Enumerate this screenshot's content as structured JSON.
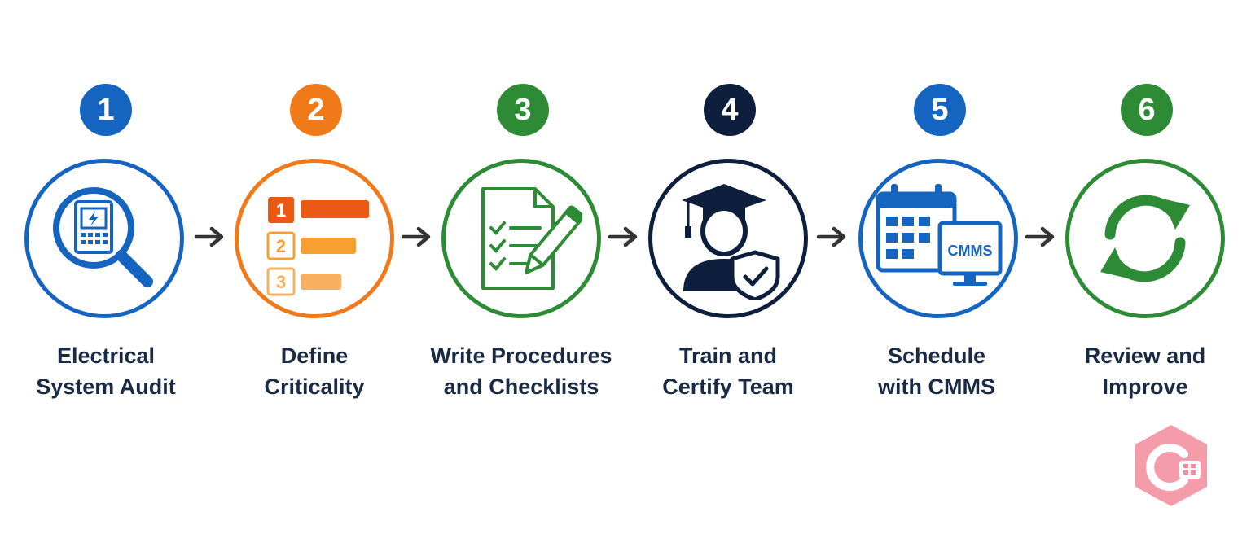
{
  "steps": [
    {
      "number": "1",
      "lines": [
        "Electrical",
        "System Audit"
      ],
      "color": "#1565c0",
      "icon": "magnifier-electrical-panel-icon"
    },
    {
      "number": "2",
      "lines": [
        "Define",
        "Criticality"
      ],
      "color": "#f07a1a",
      "icon": "priority-list-icon"
    },
    {
      "number": "3",
      "lines": [
        "Write Procedures",
        "and Checklists"
      ],
      "color": "#2e8b35",
      "icon": "checklist-pencil-icon"
    },
    {
      "number": "4",
      "lines": [
        "Train and",
        "Certify Team"
      ],
      "color": "#0d1f3c",
      "icon": "graduate-shield-icon"
    },
    {
      "number": "5",
      "lines": [
        "Schedule",
        "with CMMS"
      ],
      "color": "#1565c0",
      "icon": "calendar-monitor-icon"
    },
    {
      "number": "6",
      "lines": [
        "Review and",
        "Improve"
      ],
      "color": "#2e8b35",
      "icon": "refresh-cycle-icon"
    }
  ],
  "icon_text": {
    "priority_1": "1",
    "priority_2": "2",
    "priority_3": "3",
    "cmms": "CMMS"
  },
  "arrow_color": "#333333",
  "label_color": "#1b2a44"
}
